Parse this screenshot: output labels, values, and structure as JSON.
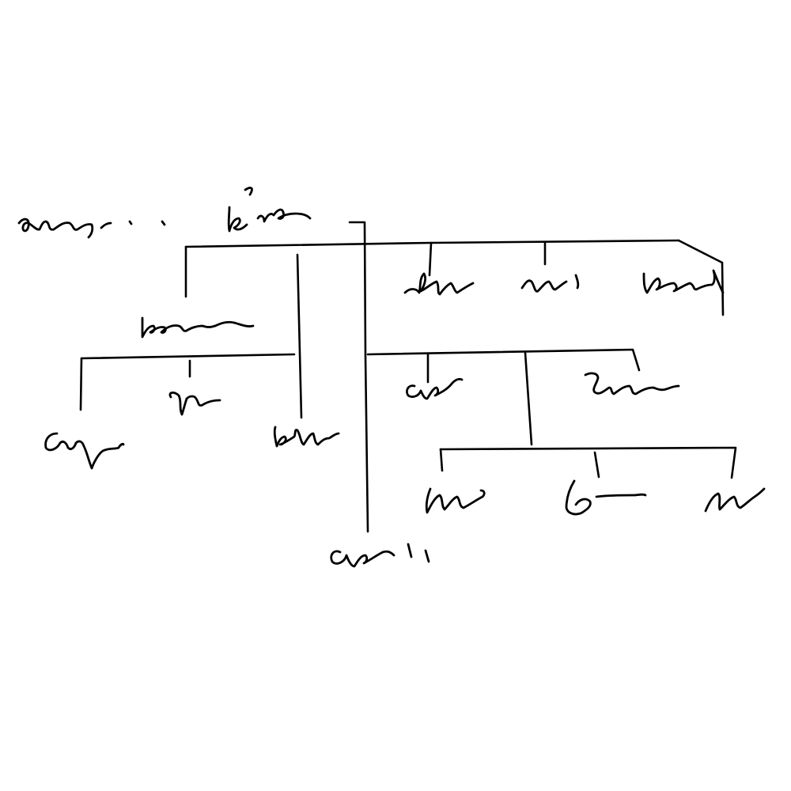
{
  "diagram": {
    "kind": "hand-drawn tree diagram",
    "ink_color": "#000000",
    "background_color": "#ffffff",
    "label_style": "illegible handwritten scribble",
    "nodes": [
      {
        "id": "root-left-label",
        "text": ""
      },
      {
        "id": "root-right-label",
        "text": ""
      },
      {
        "id": "node-mid-left",
        "text": ""
      },
      {
        "id": "leaf-left-1",
        "text": ""
      },
      {
        "id": "leaf-left-2",
        "text": ""
      },
      {
        "id": "leaf-left-3",
        "text": ""
      },
      {
        "id": "top-right-1",
        "text": ""
      },
      {
        "id": "top-right-2",
        "text": ""
      },
      {
        "id": "top-right-3",
        "text": ""
      },
      {
        "id": "mid-right-1",
        "text": ""
      },
      {
        "id": "mid-right-2",
        "text": ""
      },
      {
        "id": "bottom-right-1",
        "text": ""
      },
      {
        "id": "bottom-right-2",
        "text": ""
      },
      {
        "id": "bottom-right-3",
        "text": ""
      },
      {
        "id": "bottom-center",
        "text": ""
      }
    ]
  }
}
